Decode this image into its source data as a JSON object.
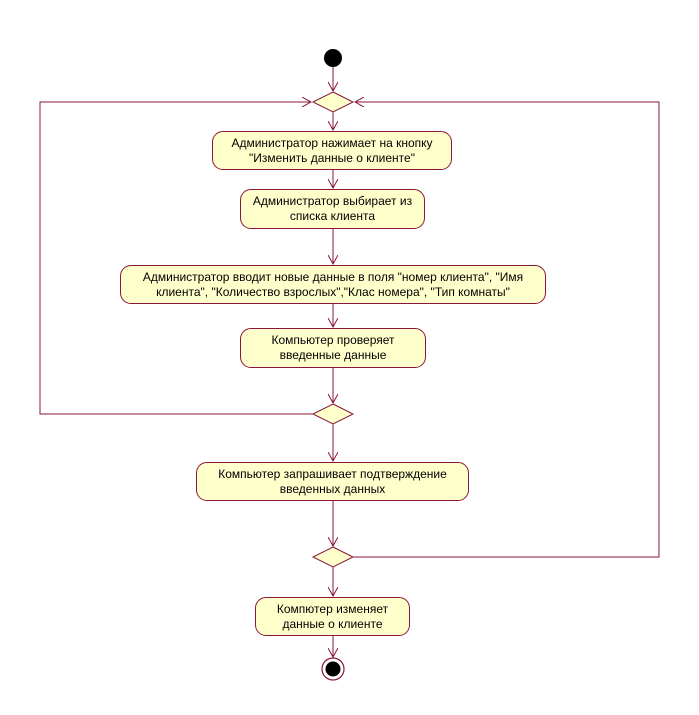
{
  "diagram": {
    "activities": {
      "click_edit": "Администратор нажимает на кнопку\n\"Изменить данные о клиенте\"",
      "select_client": "Администратор выбирает из\nсписка клиента",
      "enter_data": "Администратор вводит новые данные в поля \"номер клиента\", \"Имя\nклиента\", \"Количество взрослых\",\"Клас номера\", \"Тип комнаты\"",
      "computer_checks": "Компьютер проверяет\nвведенные данные",
      "request_confirm": "Компьютер запрашивает подтверждение\nвведенных данных",
      "computer_updates": "Компютер изменяет\nданные о клиенте"
    },
    "colors": {
      "line": "#8b1538",
      "fill": "#ffffcc",
      "node": "#000000"
    }
  }
}
